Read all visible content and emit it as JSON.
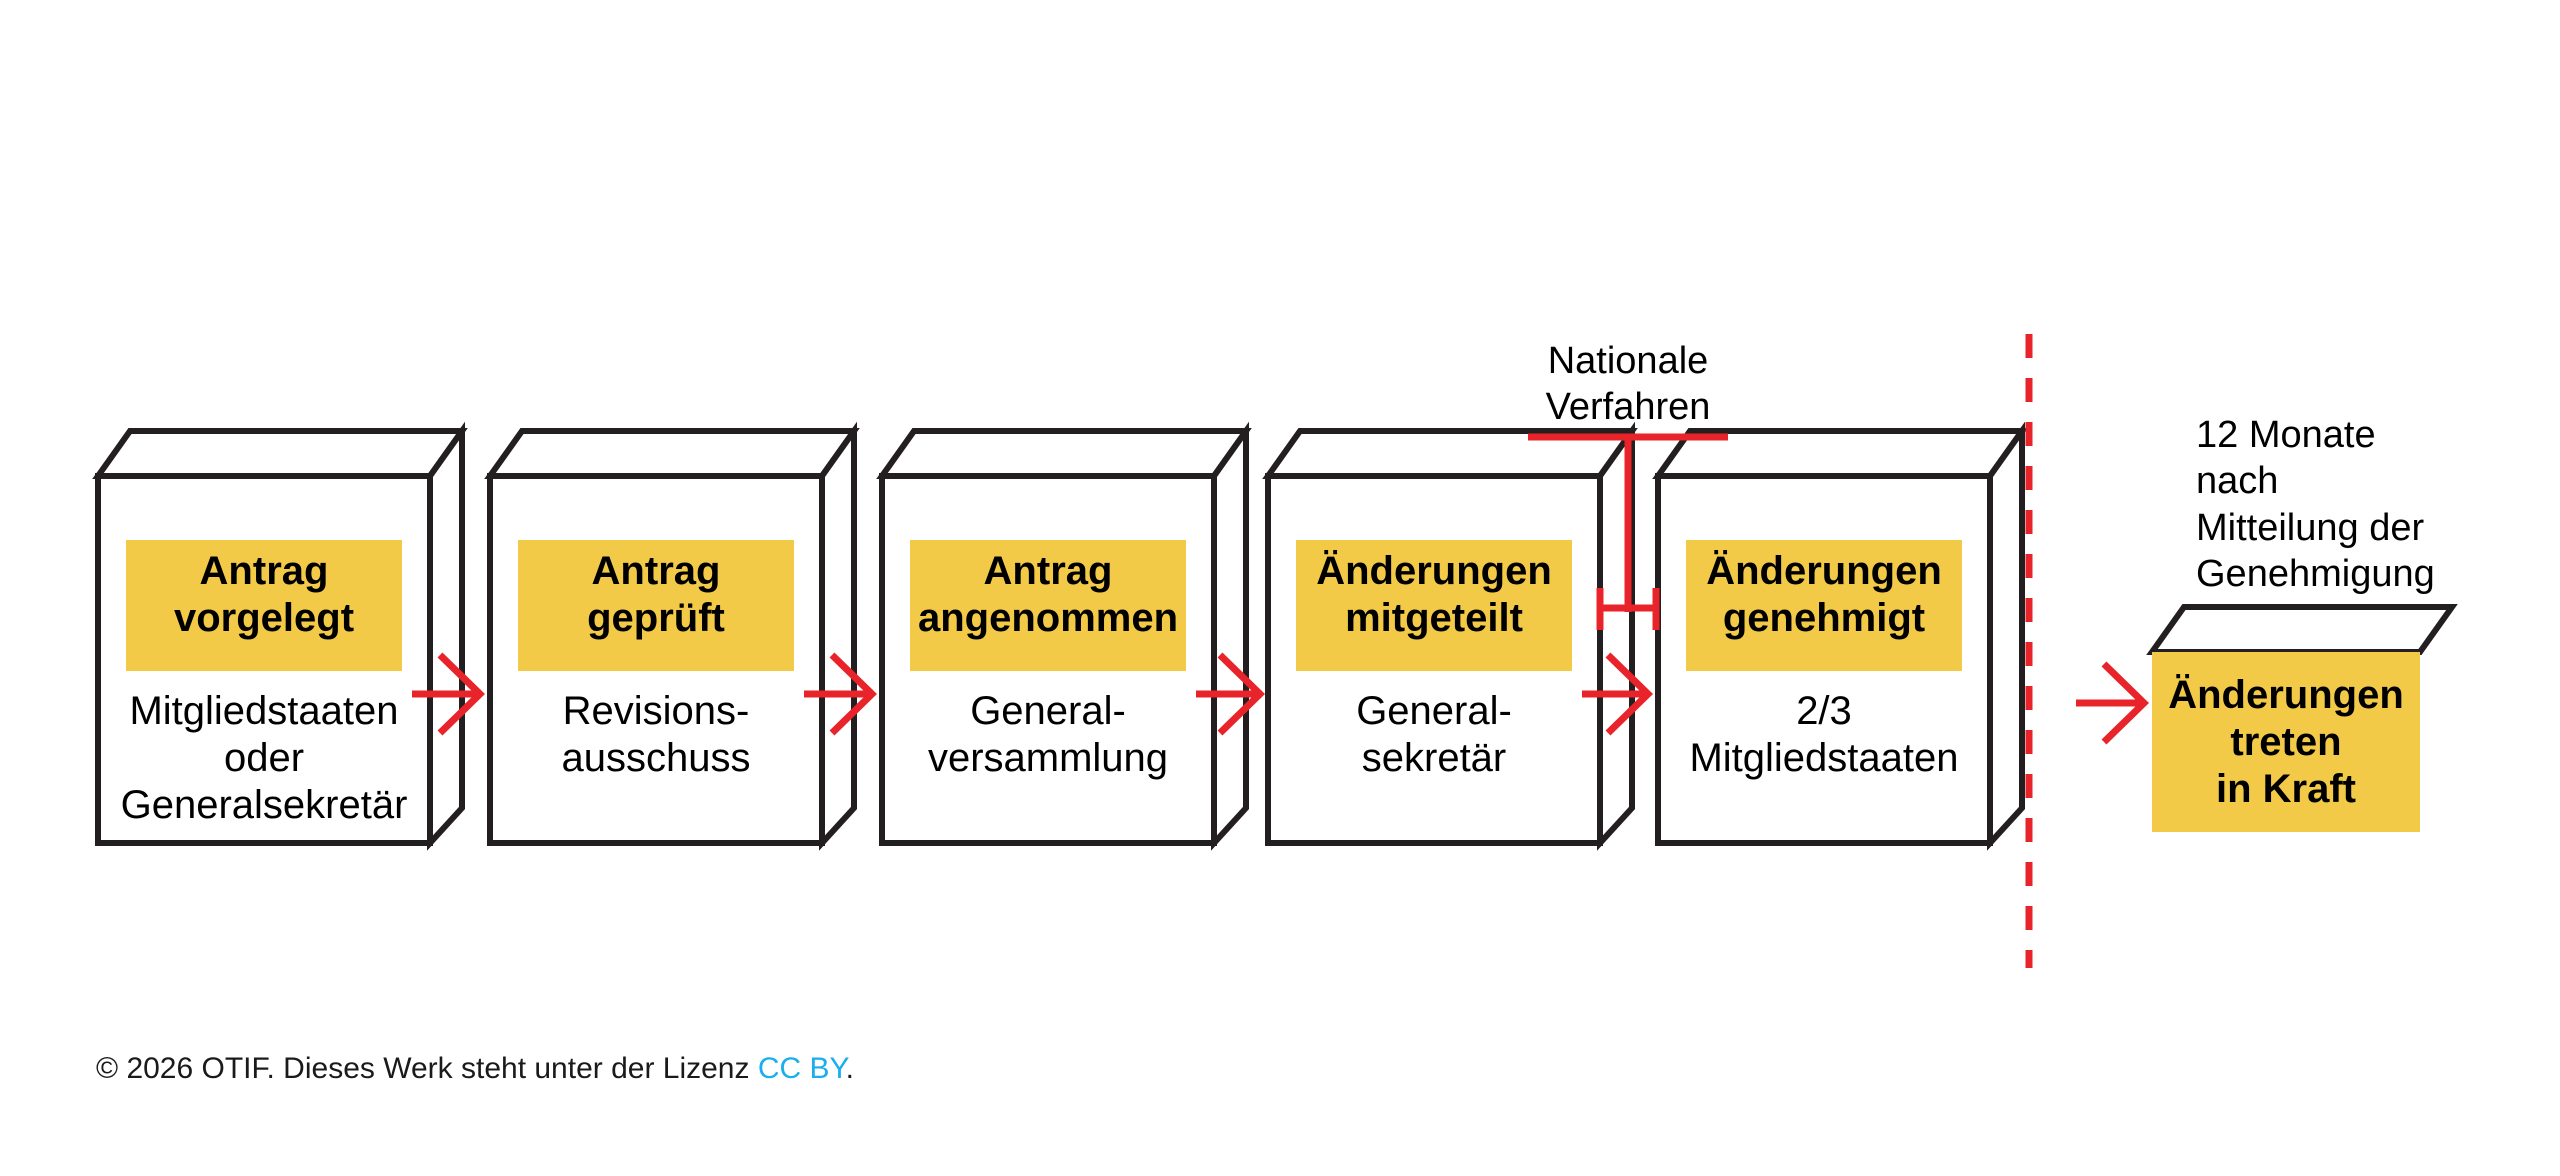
{
  "diagram": {
    "title_semantics": "OTIF amendment procedure flow",
    "colors": {
      "yellow": "#F3CA47",
      "red": "#E8232A",
      "outline": "#231F20",
      "link_blue": "#18AEEF",
      "text": "#000000"
    },
    "steps": [
      {
        "caption": "Antrag\nvorgelegt",
        "actor": "Mitgliedstaaten\noder\nGeneralsekretär"
      },
      {
        "caption": "Antrag\ngeprüft",
        "actor": "Revisions-\nausschuss"
      },
      {
        "caption": "Antrag\nangenommen",
        "actor": "General-\nversammlung"
      },
      {
        "caption": "Änderungen\nmitgeteilt",
        "actor": "General-\nsekretär"
      },
      {
        "caption": "Änderungen\ngenehmigt",
        "actor": "2/3\nMitgliedstaaten"
      }
    ],
    "national_procedure_label": "Nationale\nVerfahren",
    "entry_into_force_note": "12 Monate\nnach\nMitteilung der\nGenehmigung",
    "final_step": {
      "caption": "Änderungen\ntreten\nin Kraft"
    },
    "arrow_count": 5,
    "divider": "red-dashed-vertical"
  },
  "footer": {
    "prefix": "© 2026 OTIF. Dieses Werk steht unter der Lizenz ",
    "link": "CC BY",
    "suffix": "."
  }
}
